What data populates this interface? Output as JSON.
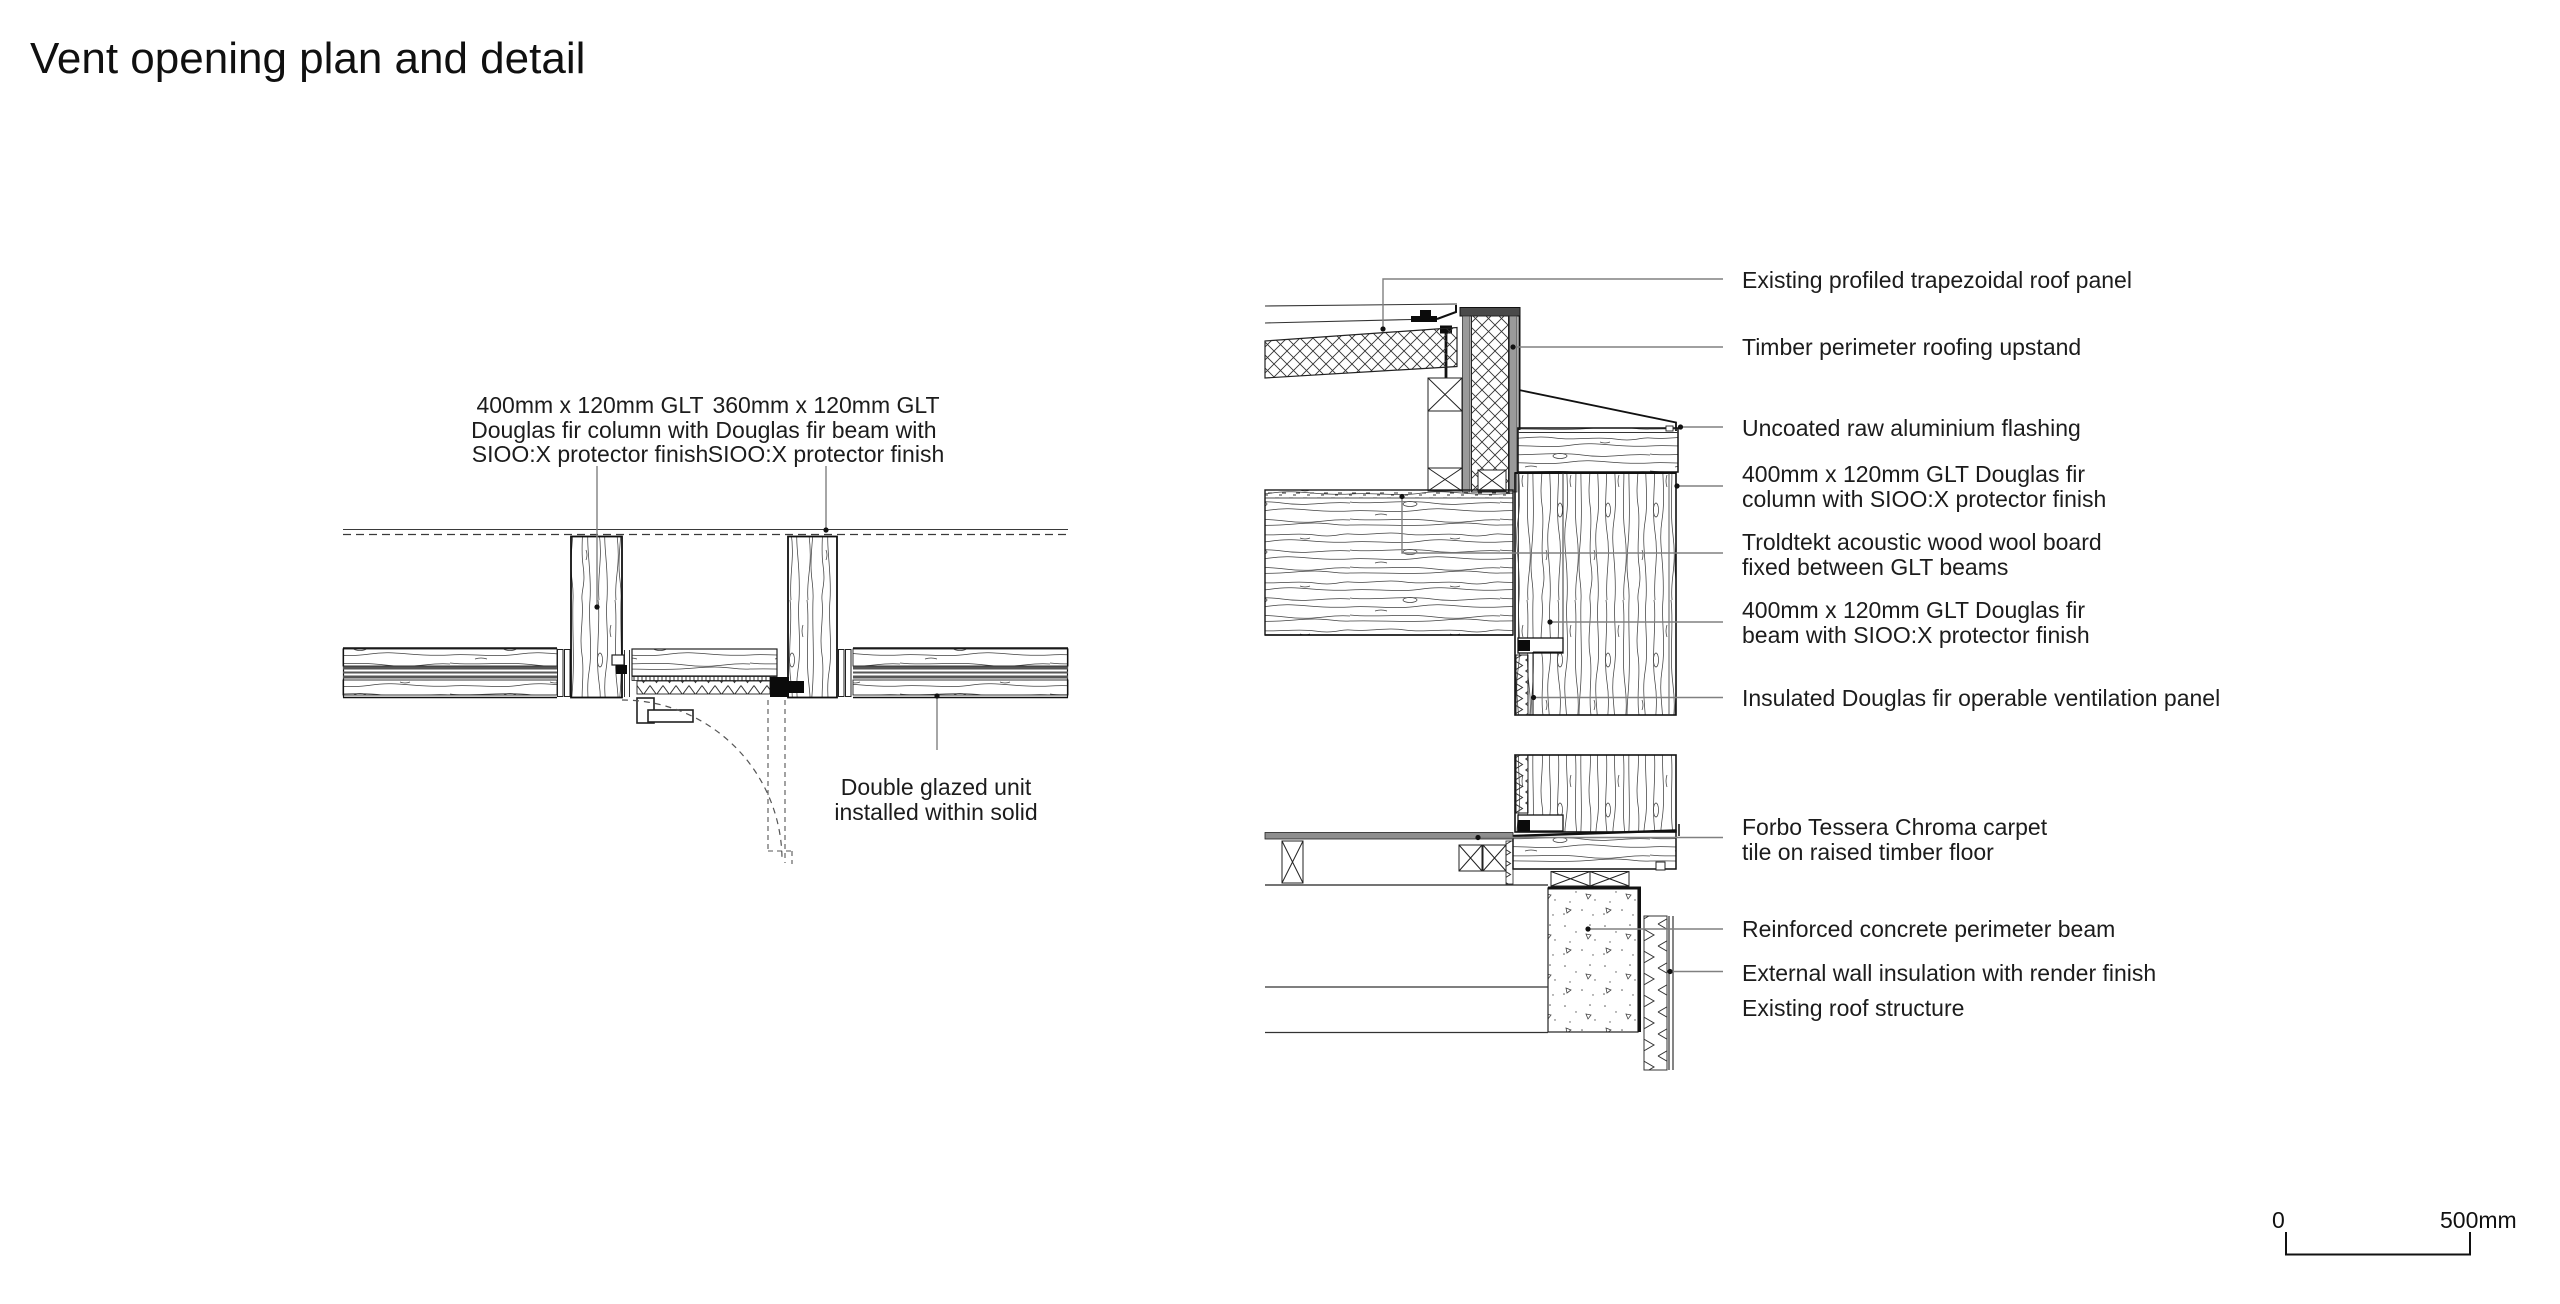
{
  "title": "Vent opening plan and detail",
  "plan": {
    "labels": {
      "column": "400mm x 120mm GLT\nDouglas fir column with\nSIOO:X protector finish",
      "beam": "360mm x 120mm GLT\nDouglas fir beam with\nSIOO:X protector finish",
      "glazed_unit": "Double glazed unit\ninstalled within solid"
    }
  },
  "section": {
    "labels": {
      "roof_panel": "Existing profiled trapezoidal roof panel",
      "upstand": "Timber perimeter roofing upstand",
      "flashing": "Uncoated raw aluminium flashing",
      "glt_column": "400mm x 120mm GLT Douglas fir\ncolumn with SIOO:X protector finish",
      "troldtekt": "Troldtekt acoustic wood wool board\nfixed between GLT beams",
      "glt_beam": "400mm x 120mm GLT Douglas fir\nbeam with SIOO:X protector finish",
      "vent_panel": "Insulated Douglas fir operable ventilation panel",
      "carpet": "Forbo Tessera Chroma carpet\ntile on raised timber floor",
      "concrete_beam": "Reinforced concrete perimeter beam",
      "wall_insulation": "External wall insulation with render finish",
      "roof_structure": "Existing roof structure"
    }
  },
  "scale_bar": {
    "start": "0",
    "end": "500mm"
  },
  "colors": {
    "line": "#1a1a1a",
    "leader": "#808080",
    "gray_fill": "#9a9a9a",
    "glazing_line": "#565656",
    "carpet_fill": "#8e8e8e",
    "background": "#ffffff"
  }
}
